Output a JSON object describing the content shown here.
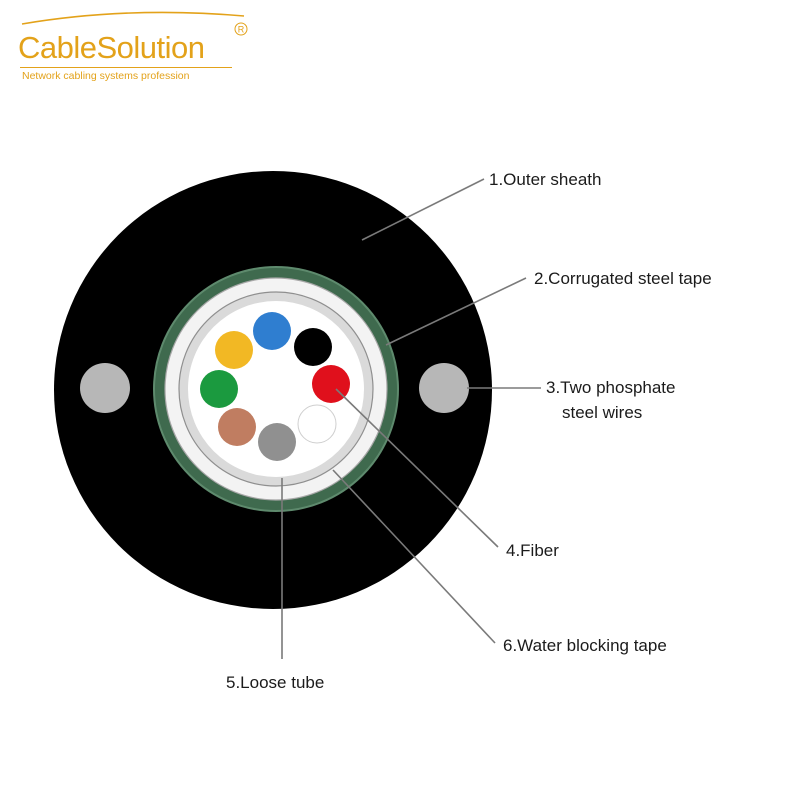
{
  "brand": {
    "name": "CableSolution",
    "registered": "R",
    "tagline": "Network cabling systems profession"
  },
  "labels": {
    "outer_sheath": "1.Outer sheath",
    "corrugated_steel_tape": "2.Corrugated steel tape",
    "phosphate_wires_line1": "3.Two phosphate",
    "phosphate_wires_line2": "steel wires",
    "fiber": "4.Fiber",
    "loose_tube": "5.Loose tube",
    "water_blocking_tape": "6.Water blocking tape"
  },
  "colors": {
    "brand": "#e3a21a",
    "outer_sheath": "#000000",
    "corrugated_steel_tape": "#3f6a4e",
    "steel_wires": "#b7b7b7",
    "fibers": [
      "#2f7ed0",
      "#000000",
      "#e0101c",
      "#ffffff",
      "#909090",
      "#c07d61",
      "#1b9a3f",
      "#f2b824"
    ]
  },
  "fiber_colors_named": [
    "blue-fiber",
    "black-fiber",
    "red-fiber",
    "white-fiber",
    "gray-fiber",
    "brown-fiber",
    "green-fiber",
    "yellow-fiber"
  ]
}
